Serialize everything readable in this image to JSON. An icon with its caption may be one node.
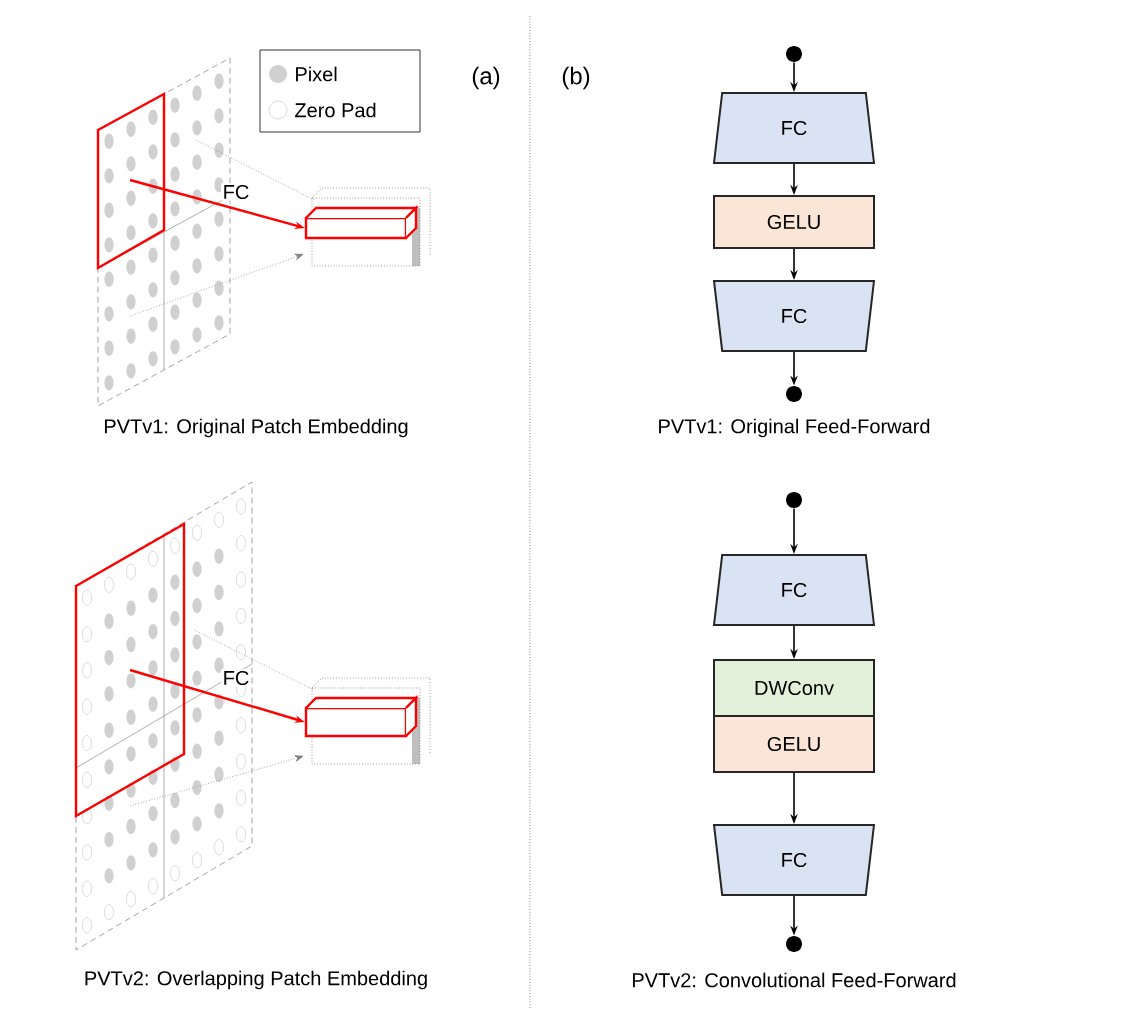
{
  "diagram": {
    "nodes": [
      {
        "text": [],
        "shape": "picture"
      },
      {
        "text": [],
        "shape": "box"
      },
      {
        "text": [],
        "shape": "picture"
      },
      {
        "text": [],
        "shape": "box"
      },
      {
        "text": [],
        "shape": "circle"
      },
      {
        "text": [
          "FC"
        ]
      },
      {
        "text": [
          "GELU"
        ]
      },
      {
        "text": [
          "FC"
        ]
      },
      {
        "text": [],
        "shape": "circle"
      },
      {
        "text": [],
        "shape": "circle"
      },
      {
        "text": [
          "FC"
        ]
      },
      {
        "text": [
          "DWConv"
        ]
      },
      {
        "text": [
          "GELU"
        ]
      },
      {
        "text": [
          "FC"
        ]
      },
      {
        "text": [],
        "shape": "circle"
      }
    ],
    "edges": [
      {
        "from": 0,
        "to": 1,
        "arrow": "to",
        "label": "FC",
        "color": "#ff0000"
      },
      {
        "from": 0,
        "to": 1,
        "arrow": "none",
        "style": "dashed",
        "color": "#7f7f7f"
      },
      {
        "from": 0,
        "to": 1,
        "arrow": "to",
        "style": "dashed",
        "color": "#7f7f7f"
      },
      {
        "from": 2,
        "to": 3,
        "arrow": "to",
        "label": "FC",
        "color": "#ff0000"
      },
      {
        "from": 2,
        "to": 3,
        "arrow": "none",
        "style": "dashed",
        "color": "#7f7f7f"
      },
      {
        "from": 2,
        "to": 3,
        "arrow": "to",
        "style": "dashed",
        "color": "#7f7f7f"
      },
      {
        "from": 4,
        "to": 5,
        "arrow": "to"
      },
      {
        "from": 5,
        "to": 6,
        "arrow": "to"
      },
      {
        "from": 6,
        "to": 7,
        "arrow": "to"
      },
      {
        "from": 7,
        "to": 8,
        "arrow": "to"
      },
      {
        "from": 9,
        "to": 10,
        "arrow": "to"
      },
      {
        "from": 10,
        "to": 11,
        "arrow": "to"
      },
      {
        "from": 12,
        "to": 13,
        "arrow": "to"
      },
      {
        "from": 13,
        "to": 14,
        "arrow": "to"
      }
    ],
    "labels": [
      "(a)",
      "(b)",
      "PVTv1: Original Patch Embedding",
      "PVTv1: Original Feed-Forward",
      "PVTv2: Overlapping Patch Embedding",
      "PVTv2: Convolutional Feed-Forward"
    ],
    "legend": [
      {
        "text": "Pixel"
      },
      {
        "text": "Zero Pad"
      }
    ]
  }
}
